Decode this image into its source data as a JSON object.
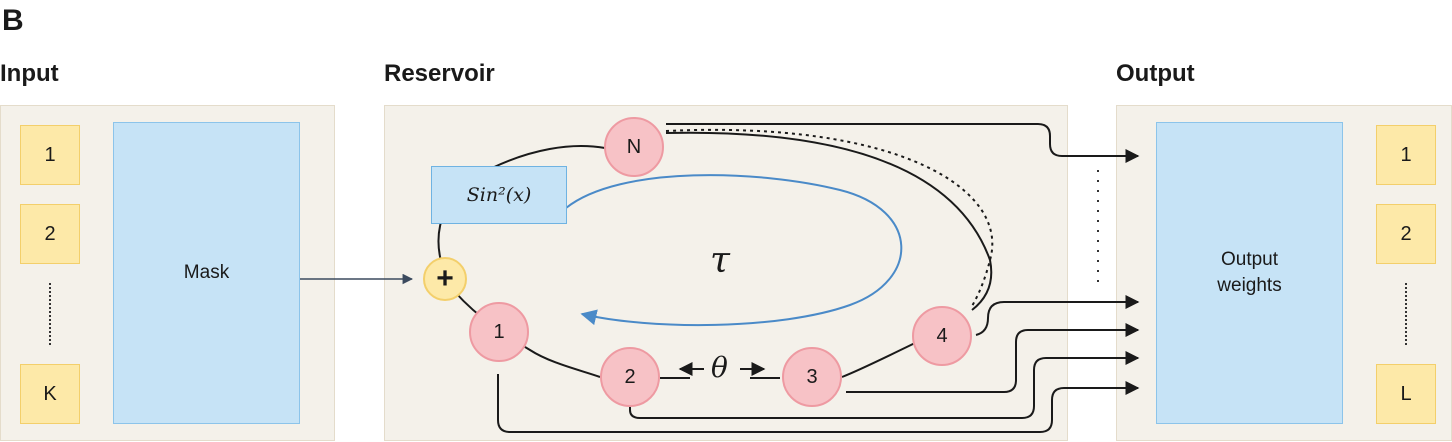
{
  "panel_letter": "B",
  "input": {
    "title": "Input",
    "items": [
      "1",
      "2",
      "K"
    ],
    "mask_label": "Mask"
  },
  "reservoir": {
    "title": "Reservoir",
    "nonlinearity": "Sin²(x)",
    "sum_symbol": "+",
    "delay_symbol": "τ",
    "node_spacing_symbol": "θ",
    "nodes": [
      "N",
      "1",
      "2",
      "3",
      "4"
    ]
  },
  "output": {
    "title": "Output",
    "weights_label_line1": "Output",
    "weights_label_line2": "weights",
    "items": [
      "1",
      "2",
      "L"
    ]
  },
  "colors": {
    "panel_bg": "#f4f1ea",
    "yellow": "#fde9a8",
    "blue": "#c6e3f6",
    "node_pink": "#f7c2c6",
    "feedback_arrow": "#4a8ac8"
  }
}
